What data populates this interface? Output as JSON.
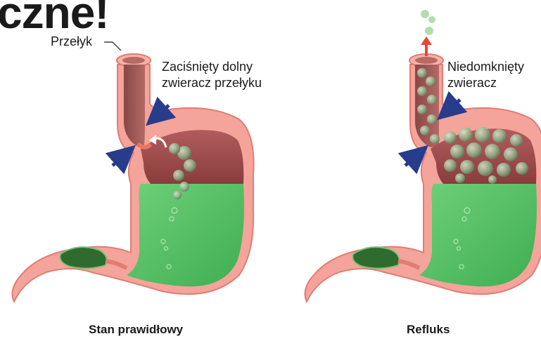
{
  "title_fragment": "czne!",
  "left": {
    "label_esophagus": "Przełyk",
    "label_sphincter_line1": "Zaciśnięty dolny",
    "label_sphincter_line2": "zwieracz przełyku",
    "caption": "Stan prawidłowy"
  },
  "right": {
    "label_sphincter_line1": "Niedomknięty",
    "label_sphincter_line2": "zwieracz",
    "caption": "Refluks"
  },
  "colors": {
    "wall": "#f4a49a",
    "wall_edge": "#e07d74",
    "cavity": "#9c4a4a",
    "acid": "#5cc46a",
    "bubble": "#8fb08a",
    "arrow_blue": "#283c8c",
    "arrow_red": "#e24a32"
  }
}
